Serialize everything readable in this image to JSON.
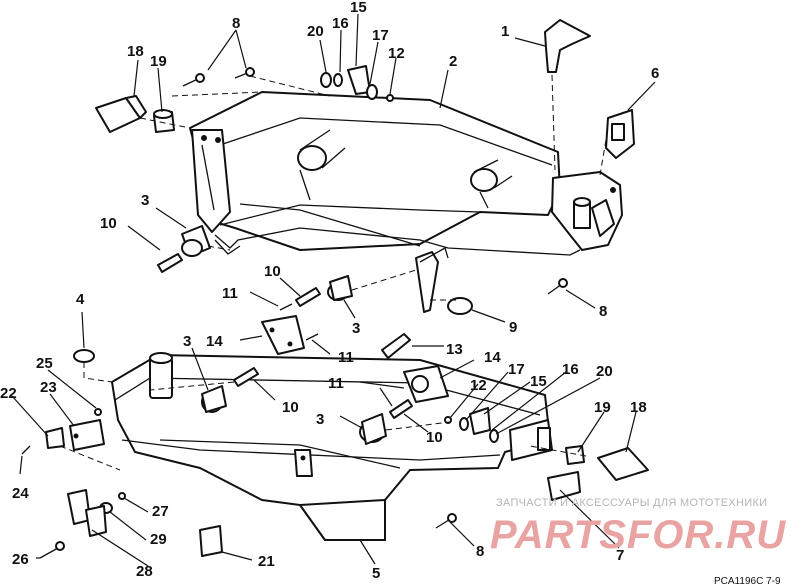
{
  "callouts": [
    {
      "id": "c1",
      "label": "1"
    },
    {
      "id": "c2",
      "label": "2"
    },
    {
      "id": "c3a",
      "label": "3"
    },
    {
      "id": "c3b",
      "label": "3"
    },
    {
      "id": "c3c",
      "label": "3"
    },
    {
      "id": "c3d",
      "label": "3"
    },
    {
      "id": "c4",
      "label": "4"
    },
    {
      "id": "c5",
      "label": "5"
    },
    {
      "id": "c6",
      "label": "6"
    },
    {
      "id": "c7",
      "label": "7"
    },
    {
      "id": "c8a",
      "label": "8"
    },
    {
      "id": "c8b",
      "label": "8"
    },
    {
      "id": "c8c",
      "label": "8"
    },
    {
      "id": "c9",
      "label": "9"
    },
    {
      "id": "c10a",
      "label": "10"
    },
    {
      "id": "c10b",
      "label": "10"
    },
    {
      "id": "c10c",
      "label": "10"
    },
    {
      "id": "c10d",
      "label": "10"
    },
    {
      "id": "c11a",
      "label": "11"
    },
    {
      "id": "c11b",
      "label": "11"
    },
    {
      "id": "c11c",
      "label": "11"
    },
    {
      "id": "c12a",
      "label": "12"
    },
    {
      "id": "c12b",
      "label": "12"
    },
    {
      "id": "c13",
      "label": "13"
    },
    {
      "id": "c14a",
      "label": "14"
    },
    {
      "id": "c14b",
      "label": "14"
    },
    {
      "id": "c15a",
      "label": "15"
    },
    {
      "id": "c15b",
      "label": "15"
    },
    {
      "id": "c16a",
      "label": "16"
    },
    {
      "id": "c16b",
      "label": "16"
    },
    {
      "id": "c17a",
      "label": "17"
    },
    {
      "id": "c17b",
      "label": "17"
    },
    {
      "id": "c18a",
      "label": "18"
    },
    {
      "id": "c18b",
      "label": "18"
    },
    {
      "id": "c19a",
      "label": "19"
    },
    {
      "id": "c19b",
      "label": "19"
    },
    {
      "id": "c20a",
      "label": "20"
    },
    {
      "id": "c20b",
      "label": "20"
    },
    {
      "id": "c21",
      "label": "21"
    },
    {
      "id": "c22",
      "label": "22"
    },
    {
      "id": "c23",
      "label": "23"
    },
    {
      "id": "c24",
      "label": "24"
    },
    {
      "id": "c25",
      "label": "25"
    },
    {
      "id": "c26",
      "label": "26"
    },
    {
      "id": "c27",
      "label": "27"
    },
    {
      "id": "c28",
      "label": "28"
    },
    {
      "id": "c29",
      "label": "29"
    }
  ],
  "watermark": {
    "line1": "ЗАПЧАСТИ И АКСЕССУАРЫ ДЛЯ МОТОТЕХНИКИ",
    "line2": "PARTSFOR.RU",
    "color": "#e9a3a3"
  },
  "figure_code": "PCA1196C   7-9",
  "colors": {
    "ink": "#111111",
    "paper": "#ffffff"
  }
}
